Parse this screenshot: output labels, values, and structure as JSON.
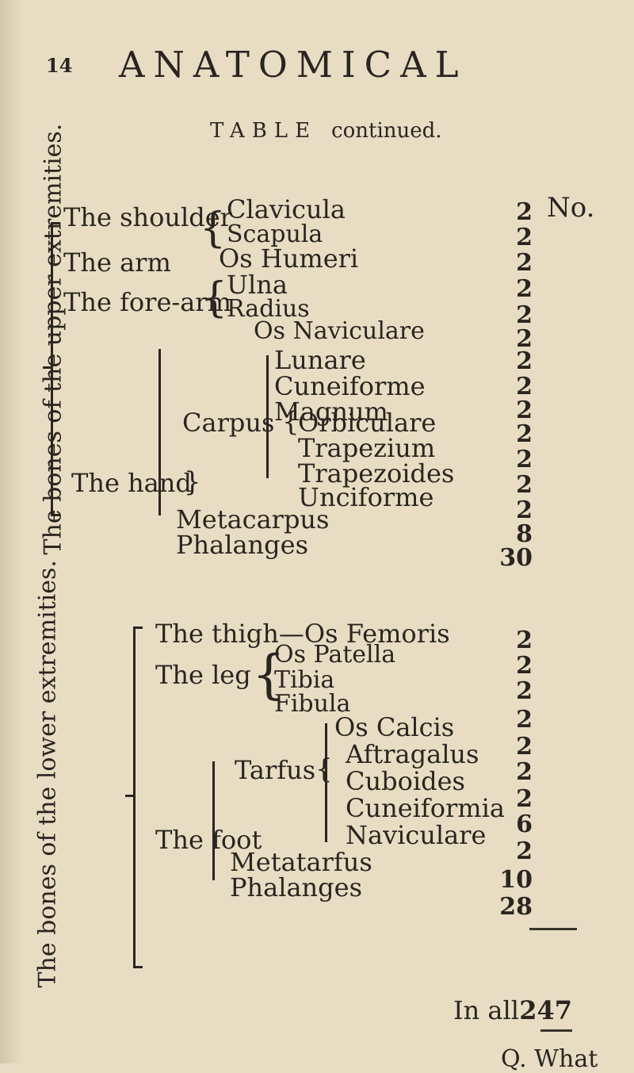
{
  "header": {
    "page_number": "14",
    "running_head": "ANATOMICAL",
    "table_word": "TABLE",
    "continued": "continued."
  },
  "column_head": "No.",
  "upper": {
    "side_label": "The bones of the upper extremities.",
    "groups": {
      "shoulder": "The shoulder",
      "arm": "The arm",
      "forearm": "The fore-arm",
      "carpus": "Carpus",
      "hand": "The hand"
    },
    "items": [
      {
        "name": "Clavicula",
        "no": "2"
      },
      {
        "name": "Scapula",
        "no": "2"
      },
      {
        "name": "Os Humeri",
        "no": "2"
      },
      {
        "name": "Ulna",
        "no": "2"
      },
      {
        "name": "Radius",
        "no": "2"
      },
      {
        "name": "Os Naviculare",
        "no": "2"
      },
      {
        "name": "Lunare",
        "no": "2"
      },
      {
        "name": "Cuneiforme",
        "no": "2"
      },
      {
        "name": "Magnum",
        "no": "2"
      },
      {
        "name": "Orbiculare",
        "no": "2"
      },
      {
        "name": "Trapezium",
        "no": "2"
      },
      {
        "name": "Trapezoides",
        "no": "2"
      },
      {
        "name": "Unciforme",
        "no": "2"
      },
      {
        "name": "Metacarpus",
        "no": "8"
      },
      {
        "name": "Phalanges",
        "no": "30"
      }
    ]
  },
  "lower": {
    "side_label": "The bones of the lower extremities.",
    "groups": {
      "thigh": "The thigh—Os Femoris",
      "leg": "The leg",
      "tarsus": "Tarfus",
      "foot": "The foot"
    },
    "items": [
      {
        "name": "Os Femoris",
        "no": "2"
      },
      {
        "name": "Os Patella",
        "no": "2"
      },
      {
        "name": "Tibia",
        "no": "2"
      },
      {
        "name": "Fibula",
        "no": "2"
      },
      {
        "name": "Os Calcis",
        "no": "2"
      },
      {
        "name": "Aftragalus",
        "no": "2"
      },
      {
        "name": "Cuboides",
        "no": "2"
      },
      {
        "name": "Cuneiformia",
        "no": "6"
      },
      {
        "name": "Naviculare",
        "no": "2"
      },
      {
        "name": "Metatarfus",
        "no": "10"
      },
      {
        "name": "Phalanges",
        "no": "28"
      }
    ]
  },
  "total": {
    "label": "In all",
    "value": "247"
  },
  "catchword": "Q. What"
}
